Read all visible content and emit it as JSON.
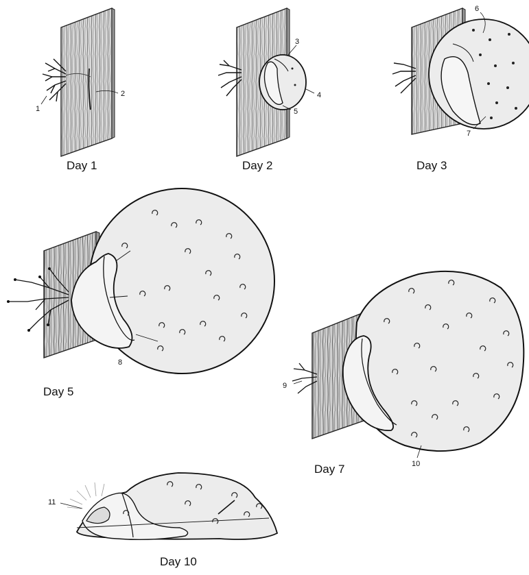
{
  "stages": [
    {
      "caption": "Day 1",
      "labels": [
        "1",
        "2"
      ]
    },
    {
      "caption": "Day 2",
      "labels": [
        "3",
        "4",
        "5"
      ]
    },
    {
      "caption": "Day 3",
      "labels": [
        "6",
        "7"
      ]
    },
    {
      "caption": "Day 5",
      "labels": [
        "8"
      ]
    },
    {
      "caption": "Day 7",
      "labels": [
        "9",
        "10"
      ]
    },
    {
      "caption": "Day 10",
      "labels": [
        "11"
      ]
    }
  ]
}
